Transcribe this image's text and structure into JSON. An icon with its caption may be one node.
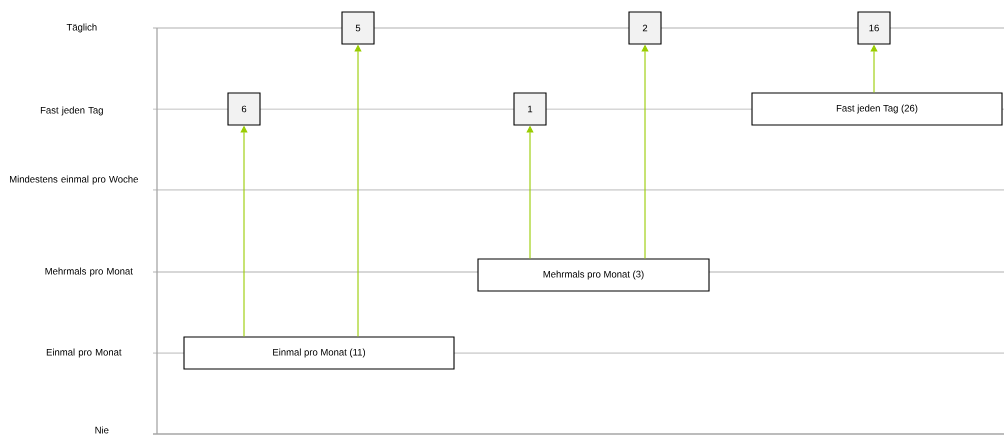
{
  "diagram": {
    "nodes": [
      {
        "text": [
          "5"
        ]
      },
      {
        "text": [
          "2"
        ]
      },
      {
        "text": [
          "16"
        ]
      },
      {
        "text": [
          "6"
        ]
      },
      {
        "text": [
          "1"
        ]
      },
      {
        "text": [
          "Fast jeden Tag (26)"
        ]
      },
      {
        "text": [
          "Mehrmals pro Monat (3)"
        ]
      },
      {
        "text": [
          "Einmal pro Monat (11)"
        ]
      }
    ],
    "edges": [
      {
        "from": 7,
        "to": 3,
        "arrow": "to"
      },
      {
        "from": 7,
        "to": 0,
        "arrow": "to"
      },
      {
        "from": 6,
        "to": 4,
        "arrow": "to"
      },
      {
        "from": 6,
        "to": 1,
        "arrow": "to"
      },
      {
        "from": 5,
        "to": 2,
        "arrow": "to"
      }
    ],
    "labels": [
      "Täglich",
      "Fast jeden Tag",
      "Mindestens einmal pro Woche",
      "Mehrmals pro Monat",
      "Einmal pro Monat",
      "Nie"
    ]
  }
}
